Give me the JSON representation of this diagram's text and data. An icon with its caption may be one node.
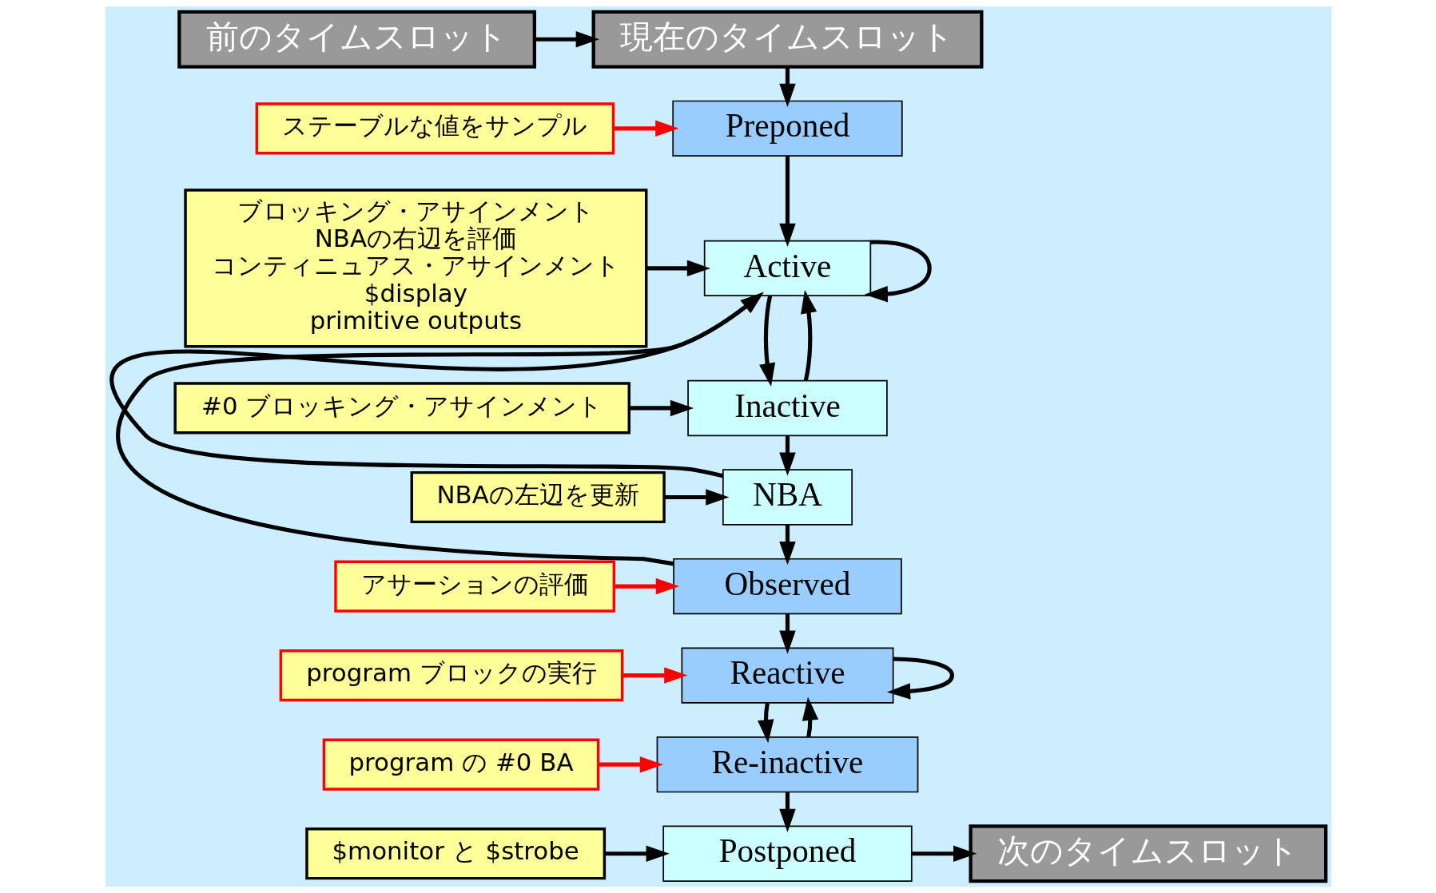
{
  "diagram": {
    "nodes": [
      {
        "text": [
          "前のタイムスロット"
        ]
      },
      {
        "text": [
          "現在のタイムスロット"
        ]
      },
      {
        "text": [
          "Preponed"
        ]
      },
      {
        "text": [
          "Active"
        ]
      },
      {
        "text": [
          "Inactive"
        ]
      },
      {
        "text": [
          "NBA"
        ]
      },
      {
        "text": [
          "Observed"
        ]
      },
      {
        "text": [
          "Reactive"
        ]
      },
      {
        "text": [
          "Re-inactive"
        ]
      },
      {
        "text": [
          "Postponed"
        ]
      },
      {
        "text": [
          "次のタイムスロット"
        ]
      },
      {
        "text": [
          "ステーブルな値をサンプル"
        ]
      },
      {
        "text": [
          "ブロッキング・アサインメント",
          "NBAの右辺を評価",
          "コンティニュアス・アサインメント",
          "$display",
          "primitive outputs"
        ]
      },
      {
        "text": [
          "#0 ブロッキング・アサインメント"
        ]
      },
      {
        "text": [
          "NBAの左辺を更新"
        ]
      },
      {
        "text": [
          "アサーションの評価"
        ]
      },
      {
        "text": [
          "program ブロックの実行"
        ]
      },
      {
        "text": [
          "program の #0 BA"
        ]
      },
      {
        "text": [
          "$monitor と $strobe"
        ]
      }
    ],
    "edges": [
      {
        "from": 0,
        "to": 1,
        "arrow": "to"
      },
      {
        "from": 1,
        "to": 2,
        "arrow": "to"
      },
      {
        "from": 2,
        "to": 3,
        "arrow": "to"
      },
      {
        "from": 3,
        "to": 4,
        "arrow": "to"
      },
      {
        "from": 4,
        "to": 5,
        "arrow": "to"
      },
      {
        "from": 5,
        "to": 6,
        "arrow": "to"
      },
      {
        "from": 6,
        "to": 7,
        "arrow": "to"
      },
      {
        "from": 7,
        "to": 8,
        "arrow": "to"
      },
      {
        "from": 8,
        "to": 9,
        "arrow": "to"
      },
      {
        "from": 9,
        "to": 10,
        "arrow": "to"
      },
      {
        "from": 11,
        "to": 2,
        "arrow": "to",
        "color": "#ff0000"
      },
      {
        "from": 12,
        "to": 3,
        "arrow": "to"
      },
      {
        "from": 13,
        "to": 4,
        "arrow": "to"
      },
      {
        "from": 14,
        "to": 5,
        "arrow": "to"
      },
      {
        "from": 15,
        "to": 6,
        "arrow": "to",
        "color": "#ff0000"
      },
      {
        "from": 16,
        "to": 7,
        "arrow": "to",
        "color": "#ff0000"
      },
      {
        "from": 17,
        "to": 8,
        "arrow": "to",
        "color": "#ff0000"
      },
      {
        "from": 18,
        "to": 9,
        "arrow": "to"
      },
      {
        "from": 3,
        "to": 3,
        "arrow": "to"
      },
      {
        "from": 4,
        "to": 3,
        "arrow": "to"
      },
      {
        "from": 5,
        "to": 3,
        "arrow": "to"
      },
      {
        "from": 6,
        "to": 3,
        "arrow": "to"
      },
      {
        "from": 7,
        "to": 7,
        "arrow": "to"
      },
      {
        "from": 8,
        "to": 7,
        "arrow": "to"
      }
    ]
  }
}
